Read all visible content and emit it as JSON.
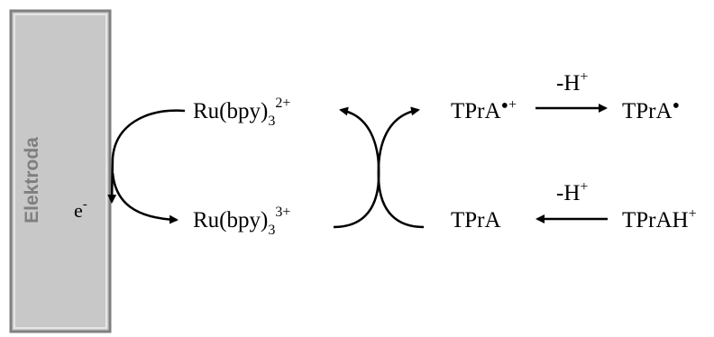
{
  "electrode": {
    "label": "Elektroda",
    "fill": "#c8c8c8",
    "stroke": "#808080",
    "label_color": "#7f7f7f"
  },
  "electron": {
    "base": "e",
    "charge": "-"
  },
  "ru2": {
    "base": "Ru(bpy)",
    "sub": "3",
    "sup": "2+"
  },
  "ru3": {
    "base": "Ru(bpy)",
    "sub": "3",
    "sup": "3+"
  },
  "tpra_radical_cation": {
    "base": "TPrA",
    "dot": "•",
    "sup": "+"
  },
  "tpra_radical": {
    "base": "TPrA",
    "dot": "•"
  },
  "tpra": {
    "base": "TPrA"
  },
  "tprah": {
    "base": "TPrAH",
    "sup": "+"
  },
  "deprotonation_top": {
    "base": "-H",
    "sup": "+"
  },
  "deprotonation_bottom": {
    "base": "-H",
    "sup": "+"
  },
  "colors": {
    "text": "#000000",
    "arrow": "#000000"
  }
}
